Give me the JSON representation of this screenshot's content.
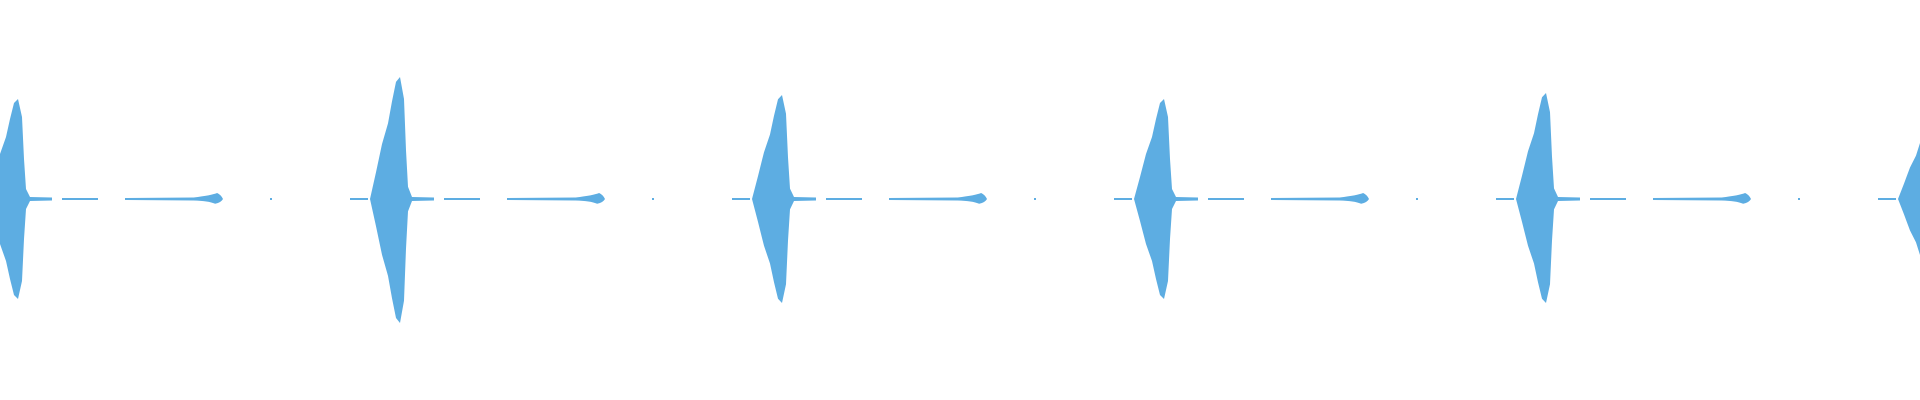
{
  "waveform": {
    "color": "#5dade2",
    "background": "#ffffff",
    "pattern": [
      "burst",
      "pause",
      "silence-line",
      "pause",
      "swell",
      "silence-dot"
    ],
    "repeat_count": 6
  }
}
